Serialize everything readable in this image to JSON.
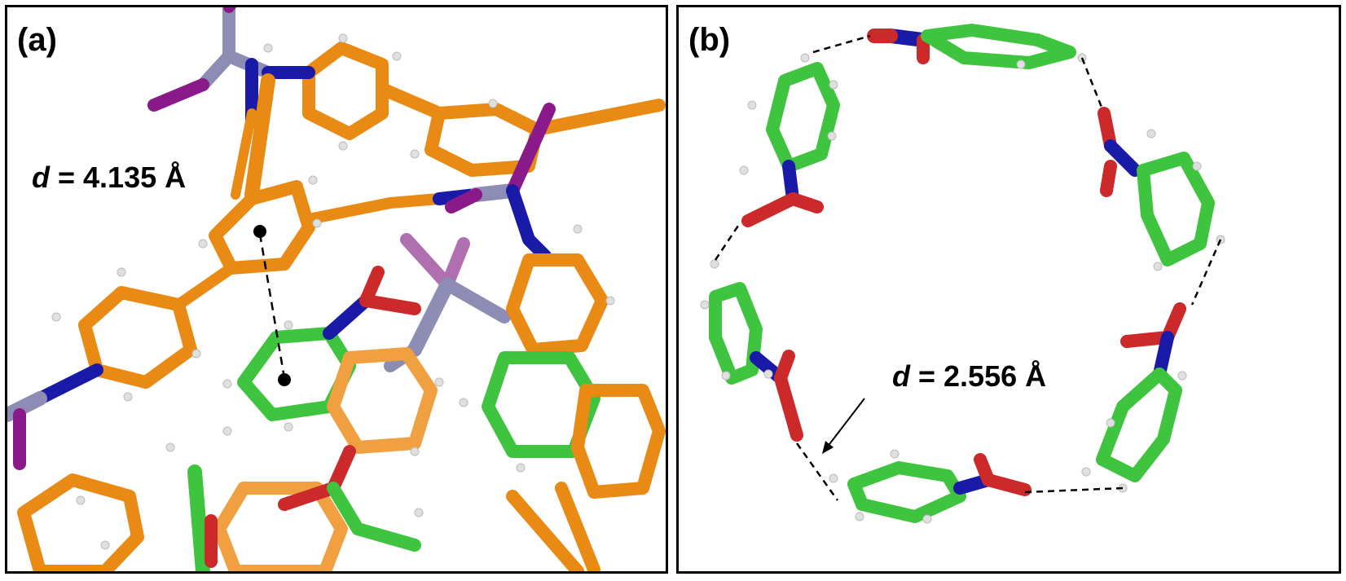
{
  "panel_a": {
    "label": "(a)",
    "distance_var": "d",
    "distance_text": " = 4.135 Å"
  },
  "panel_b": {
    "label": "(b)",
    "distance_var": "d",
    "distance_text": " = 2.556 Å"
  },
  "colors": {
    "framework_carbon": "#e88a14",
    "framework_carbon_light": "#f0a040",
    "guest_carbon": "#3fc43f",
    "nitrogen": "#1a1aa8",
    "oxygen": "#cc2a2a",
    "metal": "#8c8cb4",
    "halogen": "#8a1a8a",
    "hydrogen": "#dcdcdc"
  }
}
